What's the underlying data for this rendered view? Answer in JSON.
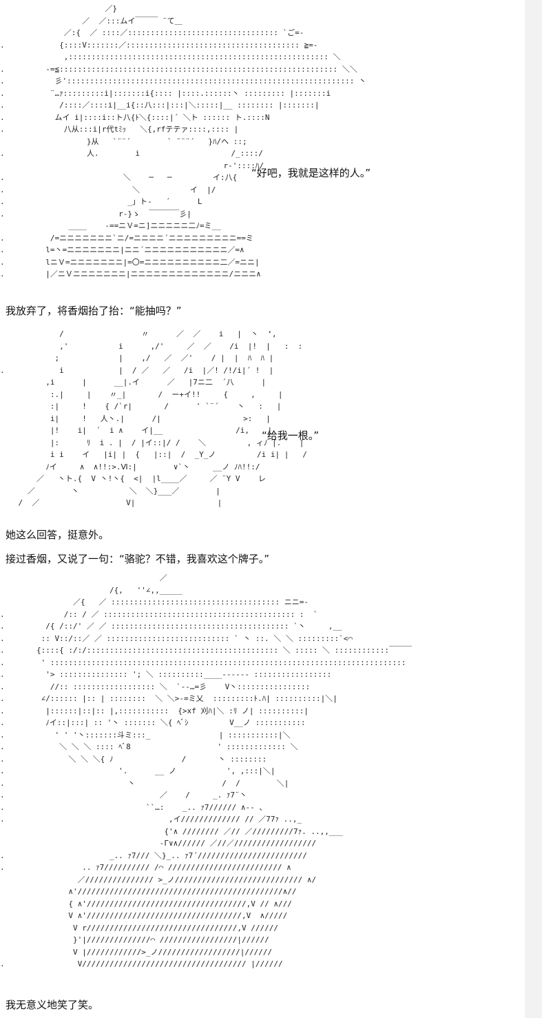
{
  "panels": [
    {
      "art": "                       ／}\n                  ／  ／:::ムイ￣￣￣ ¨て＿\n              ／:{  ／ ::::／::::::::::::::::::::::::::::::::: `ご=-\n.            {::::V:::::::／:::::::::::::::::::::::::::::::::::::: ≧=-\n              ,::::::::::::::::::::::::::::::::::::::::::::::::::::::::: ＼\n.         ‐=≦::::::::::::::::::::::::::::::::::::::::::::::::::::::::::::: ＼＼\n.           彡'::::::::::::::::::::::::::::::::::::::::::::::::::::::::::::::: 丶\n.          ¨…ｧ:::::::::i|:::::::i{:::: |::::.::::::丶 ::::::::: |:::::::i\n.            /::::／::::i|__i{::八:::|:::|＼:::::|__ :::::::: |:::::::|\n.           ムイ i|::::i::ト八{ﾄ＼{::::|´ ＼ト :::::: ト.::::N\n.             八从:::i|r代tﾐｯ   ＼{,rfテテァ::::,:::: |\n                   }从   `¨¨´        ` ¨¨¨´   }ﾊ/ヘ ::;\n.                  人.        i                    /_::::/\n                                                 r‐'::::ﾊ/\n.                          ＼    ─   ─         イ:八{\n.                            ＼           イ  |/\n.                           _」ト-   ´      L\n.                         r‐}ゝ  ￣￣￣￣彡|\n               ____    -==ニＶ=ニ]ニニニニニ二ﾉ=ミ__\n.          /=ニニニニニニニ`ニ/=ニニニニ´ニニニニニニニニニ==ミ\n.         l=丶=ニニニニニニニ|ニニ´ニニニニニニニニニニニ／=∧\n.         lニＶ=ニニニニニニニ|=〇=ニニニニニニニニニニ二／=ニニ|\n.         |／ニＶニニニニニニニ|ニニニニニニニニニニニニニ/ニニニ∧"
    },
    {
      "art": "             /                 〃      ／  ／    i   |  丶  ‘,\n             ,'           i      ,/'     ／  ／    /i  |!  |   :  :\n            ;             |    ,/   ／  ／'    / |  |  ﾊ  ﾊ |\n.            i            |  / ／   ／   /i  |／! /!/i|´ !  |\n          ,i      |      __|.イ      ／   |7ニ二  ´八      |\n           :.|     |    〃_|       /  ー+イ!!     {     ,     |\n           :|     !    { /`r|       /      ' `¨´    丶   :   |\n           i|     !   人丶.|      /|                  >:   |\n           |!    i|  ´  i ∧    イ|__                /i,    |\n           |:      ﾘ  i . |  / |イ::|/ /    ＼         , ィﾉ |.    |\n           i i    イ   |i| |  {   |::|  /  _Y_ノ         /i i| |   /\n          ﾉイ     ∧  ∧!!:>.Ⅵ:|        ∨`丶     __ノ ﾉﾊ!!:/\n        ／   丶ト.{  V 丶!丶{  <|  |l____／     ／ ¨Y V    レ\n      ／        丶           ＼  ＼}___／        |\n    /  ／                   V|                  |"
    },
    {
      "art": "                                   ／\n                        /{,   ''∠,,_____\n                ／{   ／ ::::::::::::::::::::::::::::::::::::: ニニ=-\n.             /:: / ／ :::::::::::::::::::::::::::::::::::::::::: :  `\n.         /{ /::/' ／ ／ ::::::::::::::::::::::::::::::::::::::: `丶     ,__\n.        :: V::/::／ ／ ::::::::::::::::::::::::::: ` 丶 ::. ＼ ＼ :::::::::`<⌒\n.       {::::{ :/:/:::::::::::::::::::::::::::::::::::::::::: ＼ ::::: ＼ ::::::::::::￣￣￣\n.        ' ::::::::::::::::::::::::::::::::::::::::::::::::::::::::::::::::::::::::::::::\n.         '> ::::::::::::::: '; ＼ ::::::::::____-----‐ :::::::::::::::::\n.          //:: :::::::::::::::::: ＼  `‐-…=彡    V丶::::::::::::::::\n.        ∠/:::::: |:: | ::::::::  ＼ ＼>-=ミ乂  :::::::::ﾄ.ﾊ| ::::::::::|＼|\n.         |::::::|::|:: |,:::::::::::  {>xf 刈ﾊ|＼ :ﾘ ノ| ::::::::::|\n.         ﾉイ::|:::| :: '丶 ::::::: ＼{ ﾍﾞｼ         V__ノ :::::::::::\n.           ' ' '丶:::::::斗ミ:::_               | :::::::::::|＼\n.            ＼ ＼ ＼ :::: ﾍﾞ8                   ' ::::::::::::: ＼\n.              ＼ ＼ ＼{ ﾉ               /       丶 ::::::::\n.                         '.      __ ノ           ', ,:::|＼|\n.                           丶                   /  /        ＼|\n.                                  ／    /     _. ｧ7¨丶\n.                               ``…:    _.. ｧ7////// ∧‐‐ 、\n.                                    ,イ///////////// // ／77ｧ ..,_\n                                    {'∧ //////// ／// ／/////////7ｧ. ..,,___\n                                   -Γ∨∧////// ／//／//////////////////\n.                       _.. ｧ7/// ＼}_.. ｧ7´////////////////////////\n.                 .. ｧ7////////// /⌒ ///////////////////////// ∧\n                 ／/////////////// >_ノ//////////////////////////// ∧/\n               ∧'/////////////////////////////////////////////∧//\n               { ∧'///////////////////////////////////,V // ∧///\n               V ∧'//////////////////////////////////,V  ∧/////\n                V r/////////////////////////////////,V //////\n                }'|//////////////⌒ /////////////////|//////\n                V |////////////>_ノ//////////////////|//////\n.                V//////////////////////////////////// |//////"
    }
  ],
  "speech": [
    "“好吧，我就是这样的人。”",
    "“给我一根。”"
  ],
  "narration": [
    "我放弃了，将香烟抬了抬：“能抽吗？”",
    "她这么回答，挺意外。",
    "接过香烟，又说了一句：“骆驼？不错，我喜欢这个牌子。”",
    "我无意义地笑了笑。"
  ]
}
